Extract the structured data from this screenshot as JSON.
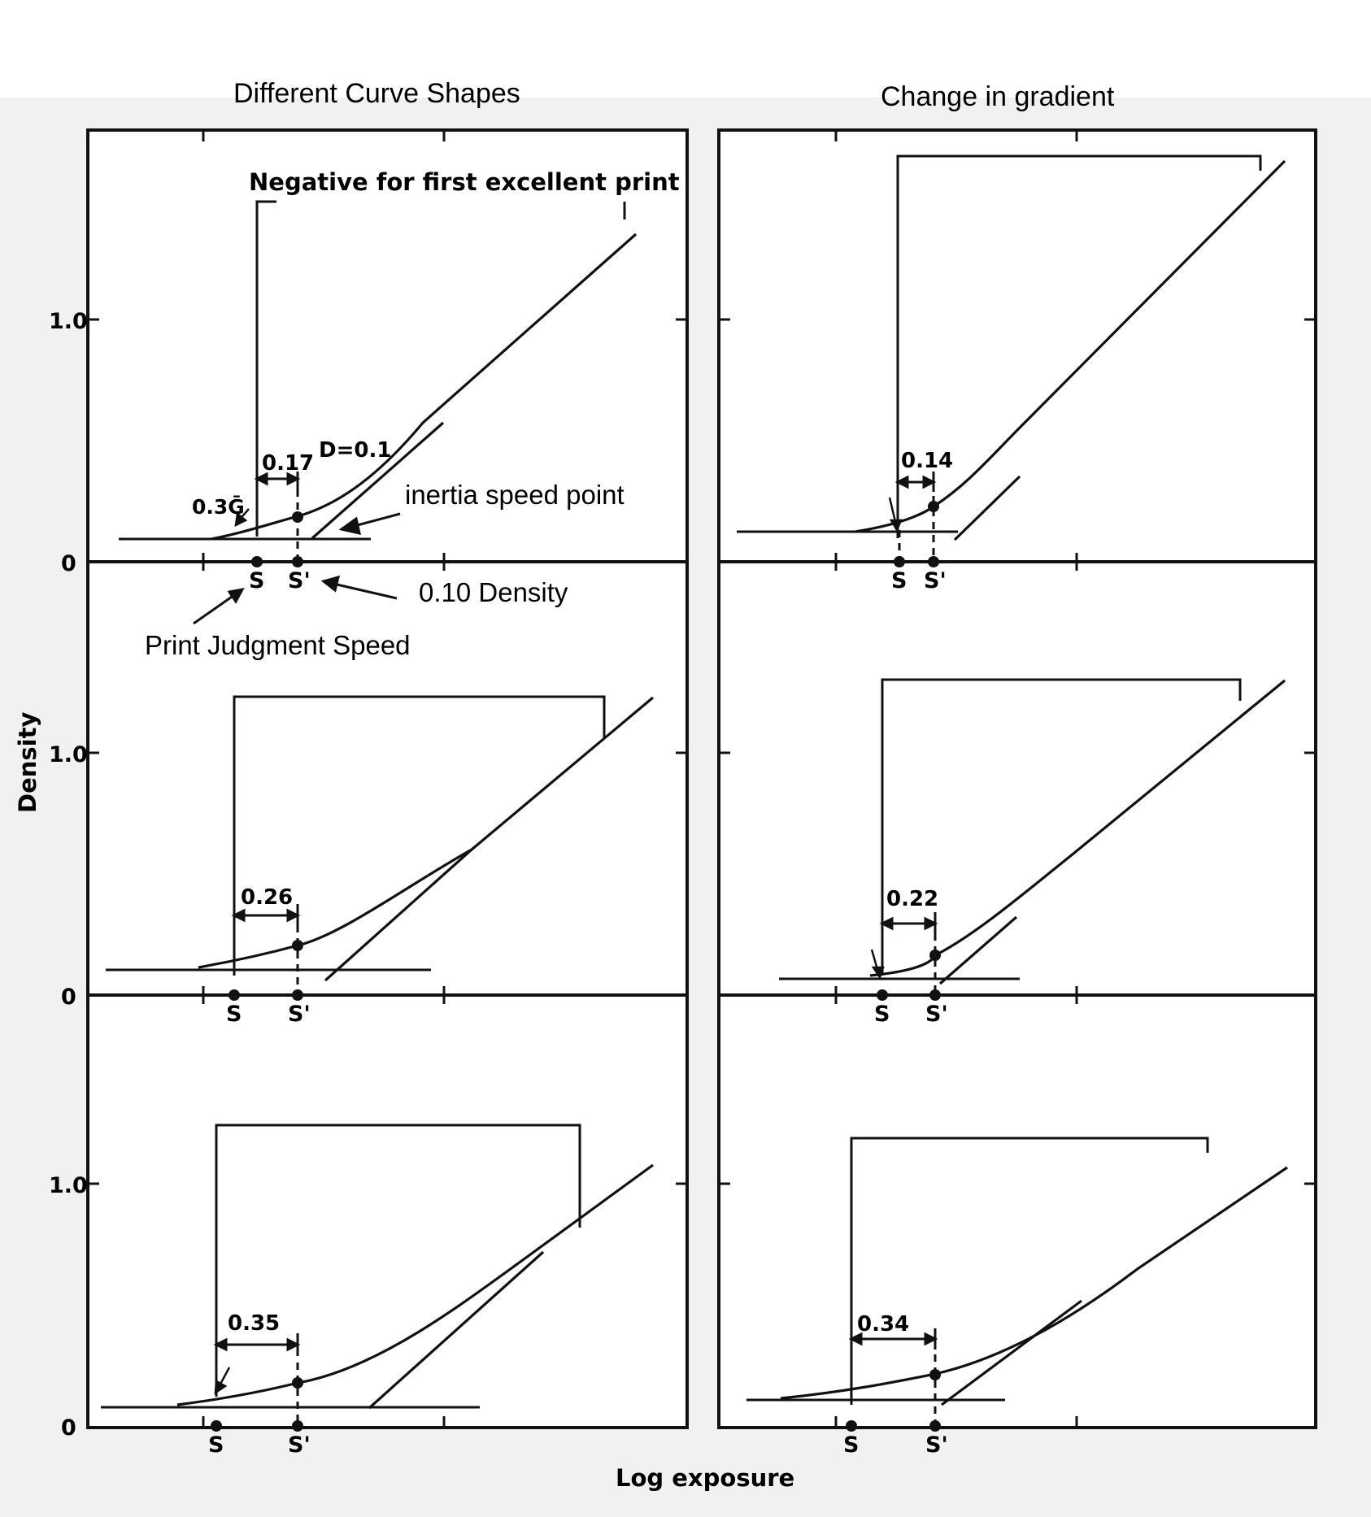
{
  "headings": {
    "left": "Different Curve Shapes",
    "right": "Change in gradient"
  },
  "axis": {
    "ylabel": "Density",
    "xlabel": "Log exposure",
    "tick_1": "1.0",
    "tick_0": "0"
  },
  "annotations": {
    "negative_label": "Negative for first excellent print",
    "d_label": "D=0.1",
    "g_label": "0.3Ḡ",
    "inertia": "inertia speed point",
    "density_010": "0.10 Density",
    "print_judgment": "Print Judgment Speed"
  },
  "point_labels": {
    "s": "S",
    "s_prime": "S'"
  },
  "chart_data": {
    "type": "line",
    "description_note": "",
    "panels": [
      {
        "id": "L1",
        "column": "left",
        "row": 1,
        "delta_label": "0.17",
        "fraction_gradient_offset": 0.17
      },
      {
        "id": "L2",
        "column": "left",
        "row": 2,
        "delta_label": "0.26",
        "fraction_gradient_offset": 0.26
      },
      {
        "id": "L3",
        "column": "left",
        "row": 3,
        "delta_label": "0.35",
        "fraction_gradient_offset": 0.35
      },
      {
        "id": "R1",
        "column": "right",
        "row": 1,
        "delta_label": "0.14",
        "fraction_gradient_offset": 0.14
      },
      {
        "id": "R2",
        "column": "right",
        "row": 2,
        "delta_label": "0.22",
        "fraction_gradient_offset": 0.22
      },
      {
        "id": "R3",
        "column": "right",
        "row": 3,
        "delta_label": "0.34",
        "fraction_gradient_offset": 0.34
      }
    ],
    "y_ticks": [
      0,
      1.0
    ],
    "s_prime_density": 0.1
  }
}
